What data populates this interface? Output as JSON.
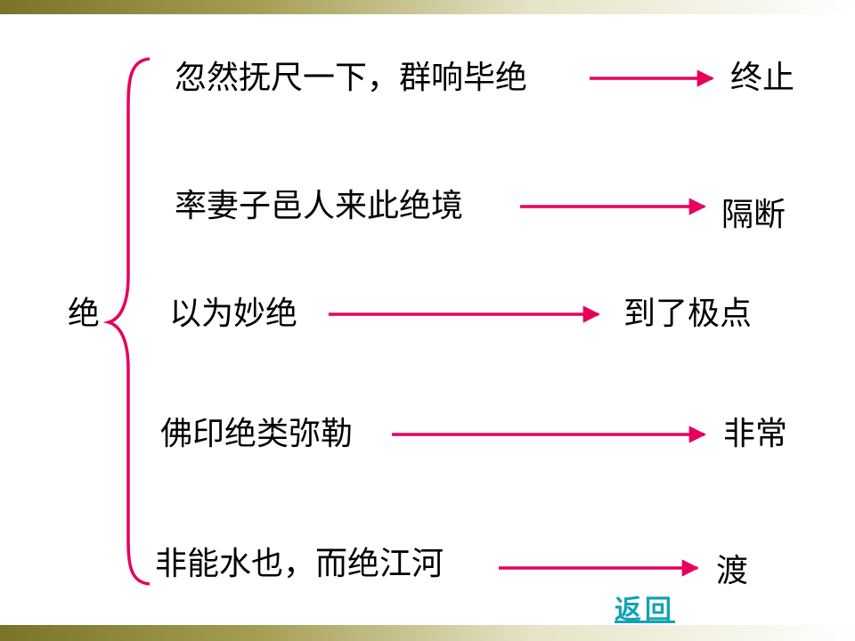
{
  "slide": {
    "head_char": "绝",
    "rows": [
      {
        "sentence": "忽然抚尺一下，群响毕绝",
        "meaning": "终止"
      },
      {
        "sentence": "率妻子邑人来此绝境",
        "meaning": "隔断"
      },
      {
        "sentence": "以为妙绝",
        "meaning": "到了极点"
      },
      {
        "sentence": "佛印绝类弥勒",
        "meaning": "非常"
      },
      {
        "sentence": "非能水也，而绝江河",
        "meaning": "渡"
      }
    ],
    "return_label": "返回"
  },
  "colors": {
    "accent": "#e6005c",
    "link": "#13a3b5",
    "band": "#8a8436"
  }
}
